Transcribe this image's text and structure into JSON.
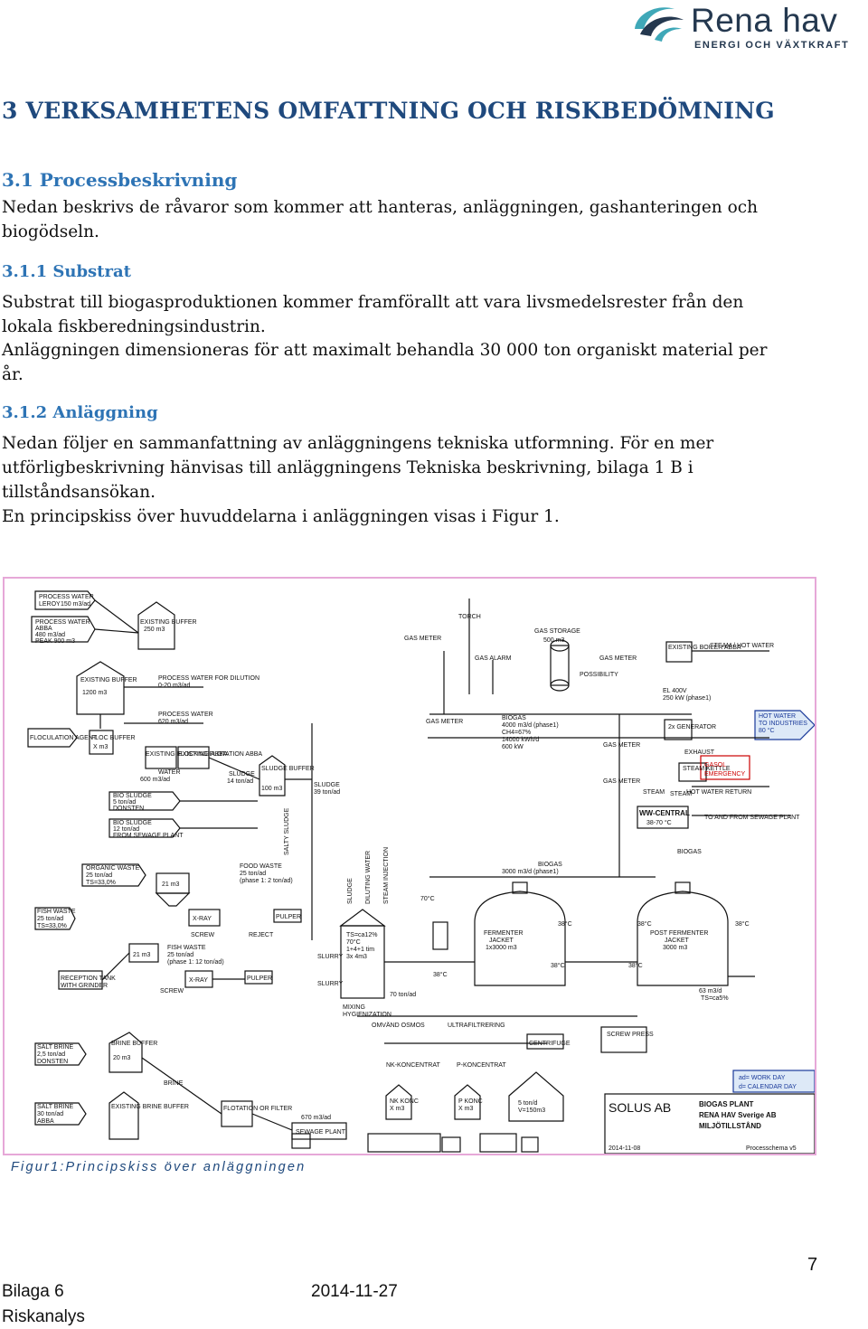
{
  "header": {
    "brand": "Rena hav",
    "tagline": "ENERGI OCH VÄXTKRAFT"
  },
  "heading1": "3   VERKSAMHETENS OMFATTNING OCH RISKBEDÖMNING",
  "section_3_1": {
    "title": "3.1   Processbeskrivning",
    "body": "Nedan beskrivs de råvaror som kommer att hanteras, anläggningen, gashanteringen och biogödseln."
  },
  "section_3_1_1": {
    "title": "3.1.1   Substrat",
    "body1": "Substrat till biogasproduktionen kommer framförallt att vara livsmedelsrester från den lokala fiskberedningsindustrin.",
    "body2": "Anläggningen dimensioneras för att maximalt behandla 30 000 ton organiskt material per år."
  },
  "section_3_1_2": {
    "title": "3.1.2   Anläggning",
    "body1": "Nedan följer en sammanfattning av anläggningens tekniska utformning. För en mer utförligbeskrivning hänvisas till anläggningens Tekniska beskrivning, bilaga 1 B  i tillståndsansökan.",
    "body2": "En principskiss över huvuddelarna i anläggningen visas i Figur 1."
  },
  "figure": {
    "caption": "Figur1:Principskiss över anläggningen",
    "labels": {
      "pw_leroy": "PROCESS WATER",
      "pw_leroy2": "LEROY",
      "pw_leroy3": "150 m3/ad",
      "pw_abba": "PROCESS WATER",
      "pw_abba2": "ABBA",
      "pw_abba3": "480 m3/ad",
      "pw_abba4": "PEAK 900 m3",
      "ex_buffer_small": "EXISTING BUFFER",
      "ex_buffer_small2": "250 m3",
      "ex_buffer": "EXISTING BUFFER",
      "ex_buffer2": "1200 m3",
      "pw_dilution": "PROCESS WATER FOR DILUTION",
      "pw_dilution2": "0-20 m3/ad",
      "pw_620": "PROCESS WATER",
      "pw_620b": "620 m3/ad",
      "floc_agent": "FLOCULATION AGENT",
      "floc_buffer": "FLOC BUFFER",
      "floc_buffer2": "X m3",
      "ex_flocking": "EXISTING FLOCKING ABBA",
      "ex_flotation": "EXISTING FLOTATION ABBA",
      "water": "WATER",
      "water2": "600 m3/ad",
      "sludge_14": "SLUDGE",
      "sludge_14b": "14 ton/ad",
      "sludge_buffer": "SLUDGE BUFFER",
      "sludge_buffer2": "100 m3",
      "sludge_39": "SLUDGE",
      "sludge_39b": "39 ton/ad",
      "bio_sludge_5": "BIO SLUDGE",
      "bio_sludge_5b": "5 ton/ad",
      "bio_sludge_5c": "DONSTEN",
      "bio_sludge_12": "BIO SLUDGE",
      "bio_sludge_12b": "12 ton/ad",
      "bio_sludge_12c": "FROM SEWAGE PLANT",
      "salty_sludge": "SALTY SLUDGE",
      "organic_waste": "ORGANIC WASTE",
      "organic_waste2": "25 ton/ad",
      "organic_waste3": "TS=33,0%",
      "tank_21": "21 m3",
      "food_waste": "FOOD WASTE",
      "food_waste2": "25 ton/ad",
      "food_waste3": "(phase 1: 2 ton/ad)",
      "fish_waste": "FISH WASTE",
      "fish_waste2": "25 ton/ad",
      "fish_waste3": "TS=33,0%",
      "xray": "X-RAY",
      "screw": "SCREW",
      "reject": "REJECT",
      "pulper": "PULPER",
      "fish_waste_b": "FISH WASTE",
      "fish_waste_b2": "25 ton/ad",
      "fish_waste_b3": "(phase 1: 12 ton/ad)",
      "reception": "RECEPTION TANK",
      "reception2": "WITH GRINDER",
      "salt_brine_25": "SALT BRINE",
      "salt_brine_25b": "2,5 ton/ad",
      "salt_brine_25c": "DONSTEN",
      "brine_buffer": "BRINE BUFFER",
      "brine_buffer2": "20 m3",
      "brine": "BRINE",
      "salt_brine_30": "SALT BRINE",
      "salt_brine_30b": "30 ton/ad",
      "salt_brine_30c": "ABBA",
      "ex_brine_buffer": "EXISTING BRINE BUFFER",
      "flotation_filter": "FLOTATION OR FILTER",
      "sewage_670": "670 m3/ad",
      "sewage_plant": "SEWAGE PLANT",
      "torch": "TORCH",
      "gas_storage": "GAS STORAGE",
      "gas_storage2": "500 m3",
      "gas_meter": "GAS METER",
      "gas_alarm": "GAS ALARM",
      "possibility": "POSSIBILITY",
      "ex_boiler": "EXISTING BOILER ABBA",
      "steam_hot_water": "STEAM / HOT WATER",
      "el_400v": "EL 400V",
      "el_250kw": "250 kW (phase1)",
      "hot_water_ind": "HOT WATER",
      "hot_water_ind2": "TO INDUSTRIES",
      "hot_water_ind3": "80 °C",
      "biogas_spec": "BIOGAS",
      "biogas_spec2": "4000 m3/d (phase1)",
      "biogas_spec3": "CH4=67%",
      "biogas_spec4": "14000 kWh/d",
      "biogas_spec5": "600 kW",
      "generator": "2x GENERATOR",
      "exhaust": "EXHAUST",
      "steam_kettle": "STEAM KETTLE",
      "gasol_emergency": "GASOL",
      "gasol_emergency2": "EMERGENCY",
      "steam": "STEAM",
      "hot_water_return": "HOT WATER RETURN",
      "ww_central": "WW-CENTRAL",
      "ww_central2": "38-70 °C",
      "to_from_sewage": "TO AND FROM SEWAGE PLANT",
      "biogas": "BIOGAS",
      "biogas_3000": "BIOGAS",
      "biogas_3000b": "3000 m3/d (phase1)",
      "sludge_v": "SLUDGE",
      "diluting_water": "DILUTING WATER",
      "steam_injection": "STEAM INJECTION",
      "temp_70": "70°C",
      "temp_38": "38°C",
      "slurry": "SLURRY",
      "mixing": "TS=ca12%",
      "mixing2": "70°C",
      "mixing3": "1+4+1 tim",
      "mixing4": "3x 4m3",
      "mixing5": "MIXING",
      "mixing6": "HYGIENIZATION",
      "flow_70": "70 ton/ad",
      "fermenter": "FERMENTER",
      "fermenter2": "JACKET",
      "fermenter3": "1x3000 m3",
      "post_fermenter": "POST FERMENTER",
      "post_fermenter2": "JACKET",
      "post_fermenter3": "3000 m3",
      "out_63": "63 m3/d",
      "out_63b": "TS=ca5%",
      "omvand_osmos": "OMVÄND OSMOS",
      "ultrafiltrering": "ULTRAFILTRERING",
      "centrifuge": "CENTRIFUGE",
      "screw_press": "SCREW PRESS",
      "nk_konc": "NK-KONCENTRAT",
      "p_konc": "P-KONCENTRAT",
      "nk_konc_silo": "NK KONC",
      "nk_konc_silo2": "X m3",
      "p_konc_silo": "P KONC",
      "p_konc_silo2": "X m3",
      "fiber_silo": "5 ton/d",
      "fiber_silo2": "V=150m3",
      "legend_ad": "ad= WORK DAY",
      "legend_d": "d= CALENDAR DAY",
      "title_company": "SOLUS  AB",
      "title_project": "BIOGAS PLANT",
      "title_project2": "RENA HAV Sverige AB",
      "title_project3": "MILJÖTILLSTÅND",
      "title_date": "2014-11-08",
      "title_drawing": "Processchema v5"
    }
  },
  "page_number": "7",
  "footer": {
    "left1": "Bilaga 6",
    "left2": "Riskanalys",
    "date": "2014-11-27"
  },
  "colors": {
    "heading_dark": "#1f497d",
    "heading_blue": "#2e74b5",
    "logo_navy": "#24384f",
    "logo_teal": "#3fa8b8",
    "figure_border": "#e6a8d8"
  }
}
